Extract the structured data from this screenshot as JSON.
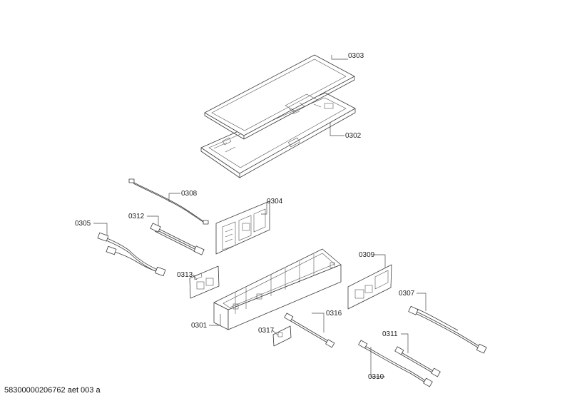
{
  "labels": {
    "p0303": "0303",
    "p0302": "0302",
    "p0308": "0308",
    "p0304": "0304",
    "p0312": "0312",
    "p0305": "0305",
    "p0309": "0309",
    "p0313": "0313",
    "p0307": "0307",
    "p0316": "0316",
    "p0301": "0301",
    "p0317": "0317",
    "p0311": "0311",
    "p0310": "0310"
  },
  "footer": {
    "document_number": "58300000206762 aet 003 a"
  }
}
